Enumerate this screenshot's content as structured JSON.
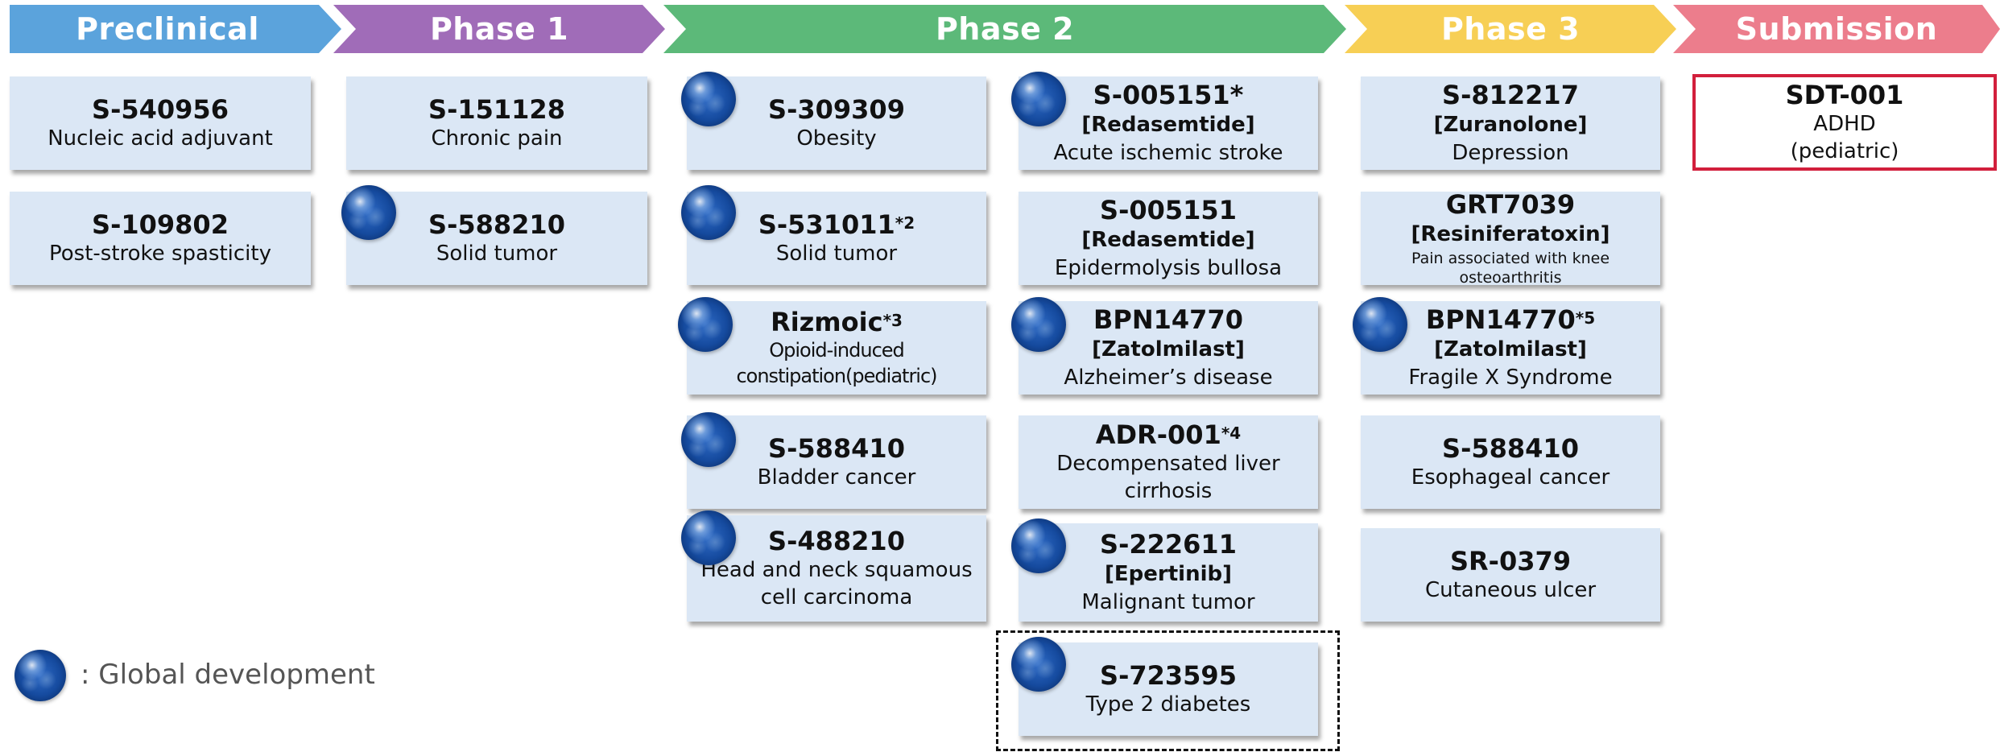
{
  "phases": [
    {
      "label": "Preclinical",
      "color": "#5ba3dc"
    },
    {
      "label": "Phase 1",
      "color": "#a06cb8"
    },
    {
      "label": "Phase 2",
      "color": "#5cb979"
    },
    {
      "label": "Phase 3",
      "color": "#f7cf55"
    },
    {
      "label": "Submission",
      "color": "#ec7d8c"
    }
  ],
  "cards": {
    "pre1": {
      "code": "S-540956",
      "ind": "Nucleic acid adjuvant"
    },
    "pre2": {
      "code": "S-109802",
      "ind": "Post-stroke spasticity"
    },
    "p1a": {
      "code": "S-151128",
      "ind": "Chronic pain"
    },
    "p1b": {
      "code": "S-588210",
      "ind": "Solid tumor"
    },
    "p2a1": {
      "code": "S-309309",
      "ind": "Obesity"
    },
    "p2a2": {
      "code": "S-531011",
      "sup": "*2",
      "ind": "Solid tumor"
    },
    "p2a3": {
      "code": "Rizmoic",
      "sup": "*3",
      "ind": "Opioid-induced constipation(pediatric)"
    },
    "p2a4": {
      "code": "S-588410",
      "ind": "Bladder cancer"
    },
    "p2a5": {
      "code": "S-488210",
      "ind": "Head and neck squamous cell carcinoma"
    },
    "p2b1": {
      "code": "S-005151*",
      "gen": "[Redasemtide]",
      "ind": "Acute ischemic stroke"
    },
    "p2b2": {
      "code": "S-005151",
      "gen": "[Redasemtide]",
      "ind": "Epidermolysis bullosa"
    },
    "p2b3": {
      "code": "BPN14770",
      "gen": "[Zatolmilast]",
      "ind": "Alzheimer’s disease"
    },
    "p2b4": {
      "code": "ADR-001",
      "sup": "*4",
      "ind": "Decompensated liver cirrhosis"
    },
    "p2b5": {
      "code": "S-222611",
      "gen": "[Epertinib]",
      "ind": "Malignant tumor"
    },
    "p2b6": {
      "code": "S-723595",
      "ind": "Type 2 diabetes"
    },
    "p3a": {
      "code": "S-812217",
      "gen": "[Zuranolone]",
      "ind": "Depression"
    },
    "p3b": {
      "code": "GRT7039",
      "gen": "[Resiniferatoxin]",
      "ind": "Pain associated with knee osteoarthritis"
    },
    "p3c": {
      "code": "BPN14770",
      "sup": "*5",
      "gen": "[Zatolmilast]",
      "ind": "Fragile X Syndrome"
    },
    "p3d": {
      "code": "S-588410",
      "ind": "Esophageal cancer"
    },
    "p3e": {
      "code": "SR-0379",
      "ind": "Cutaneous ulcer"
    },
    "sub1": {
      "code": "SDT-001",
      "ind1": "ADHD",
      "ind2": "(pediatric)"
    }
  },
  "legend": {
    "text": ": Global development",
    "icon": "globe-icon"
  }
}
